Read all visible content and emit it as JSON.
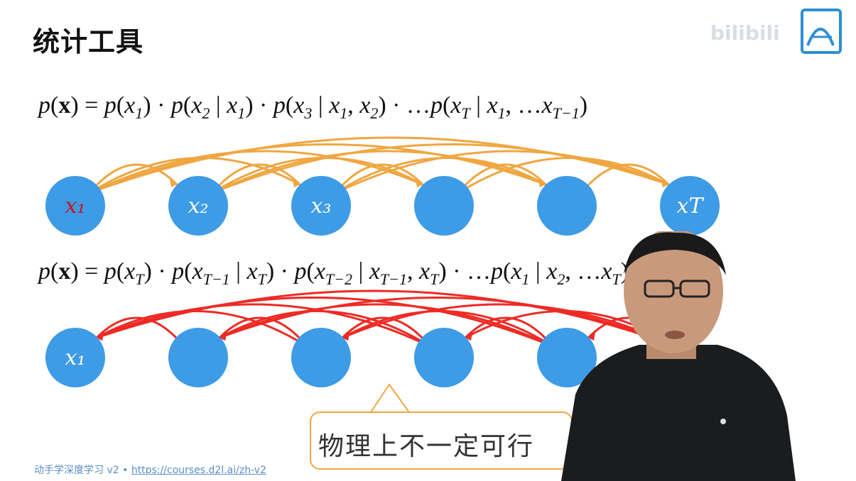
{
  "slide": {
    "title": "统计工具",
    "formula_forward": {
      "segments": [
        {
          "t": "p",
          "s": "i"
        },
        {
          "t": "(",
          "s": "n"
        },
        {
          "t": "x",
          "s": "b"
        },
        {
          "t": ") = ",
          "s": "n"
        },
        {
          "t": "p",
          "s": "i"
        },
        {
          "t": "(",
          "s": "n"
        },
        {
          "t": "x",
          "s": "i"
        },
        {
          "t": "1",
          "s": "sub"
        },
        {
          "t": ") · ",
          "s": "n"
        },
        {
          "t": "p",
          "s": "i"
        },
        {
          "t": "(",
          "s": "n"
        },
        {
          "t": "x",
          "s": "i"
        },
        {
          "t": "2",
          "s": "sub"
        },
        {
          "t": " | ",
          "s": "n"
        },
        {
          "t": "x",
          "s": "i"
        },
        {
          "t": "1",
          "s": "sub"
        },
        {
          "t": ") · ",
          "s": "n"
        },
        {
          "t": "p",
          "s": "i"
        },
        {
          "t": "(",
          "s": "n"
        },
        {
          "t": "x",
          "s": "i"
        },
        {
          "t": "3",
          "s": "sub"
        },
        {
          "t": " | ",
          "s": "n"
        },
        {
          "t": "x",
          "s": "i"
        },
        {
          "t": "1",
          "s": "sub"
        },
        {
          "t": ", ",
          "s": "n"
        },
        {
          "t": "x",
          "s": "i"
        },
        {
          "t": "2",
          "s": "sub"
        },
        {
          "t": ") · …",
          "s": "n"
        },
        {
          "t": "p",
          "s": "i"
        },
        {
          "t": "(",
          "s": "n"
        },
        {
          "t": "x",
          "s": "i"
        },
        {
          "t": "T",
          "s": "sub"
        },
        {
          "t": " | ",
          "s": "n"
        },
        {
          "t": "x",
          "s": "i"
        },
        {
          "t": "1",
          "s": "sub"
        },
        {
          "t": ", …",
          "s": "n"
        },
        {
          "t": "x",
          "s": "i"
        },
        {
          "t": "T−1",
          "s": "sub"
        },
        {
          "t": ")",
          "s": "n"
        }
      ]
    },
    "formula_backward": {
      "segments": [
        {
          "t": "p",
          "s": "i"
        },
        {
          "t": "(",
          "s": "n"
        },
        {
          "t": "x",
          "s": "b"
        },
        {
          "t": ") = ",
          "s": "n"
        },
        {
          "t": "p",
          "s": "i"
        },
        {
          "t": "(",
          "s": "n"
        },
        {
          "t": "x",
          "s": "i"
        },
        {
          "t": "T",
          "s": "sub"
        },
        {
          "t": ") · ",
          "s": "n"
        },
        {
          "t": "p",
          "s": "i"
        },
        {
          "t": "(",
          "s": "n"
        },
        {
          "t": "x",
          "s": "i"
        },
        {
          "t": "T−1",
          "s": "sub"
        },
        {
          "t": " | ",
          "s": "n"
        },
        {
          "t": "x",
          "s": "i"
        },
        {
          "t": "T",
          "s": "sub"
        },
        {
          "t": ") · ",
          "s": "n"
        },
        {
          "t": "p",
          "s": "i"
        },
        {
          "t": "(",
          "s": "n"
        },
        {
          "t": "x",
          "s": "i"
        },
        {
          "t": "T−2",
          "s": "sub"
        },
        {
          "t": " | ",
          "s": "n"
        },
        {
          "t": "x",
          "s": "i"
        },
        {
          "t": "T−1",
          "s": "sub"
        },
        {
          "t": ", ",
          "s": "n"
        },
        {
          "t": "x",
          "s": "i"
        },
        {
          "t": "T",
          "s": "sub"
        },
        {
          "t": ") · …",
          "s": "n"
        },
        {
          "t": "p",
          "s": "i"
        },
        {
          "t": "(",
          "s": "n"
        },
        {
          "t": "x",
          "s": "i"
        },
        {
          "t": "1",
          "s": "sub"
        },
        {
          "t": " | ",
          "s": "n"
        },
        {
          "t": "x",
          "s": "i"
        },
        {
          "t": "2",
          "s": "sub"
        },
        {
          "t": ", …",
          "s": "n"
        },
        {
          "t": "x",
          "s": "i"
        },
        {
          "t": "T",
          "s": "sub"
        },
        {
          "t": ")",
          "s": "n"
        }
      ]
    },
    "forward_nodes": [
      {
        "label": "x₁",
        "label_color": "red"
      },
      {
        "label": "x₂"
      },
      {
        "label": "x₃"
      },
      {
        "label": ""
      },
      {
        "label": ""
      },
      {
        "label": "xT"
      }
    ],
    "backward_nodes": [
      {
        "label": "x₁"
      },
      {
        "label": ""
      },
      {
        "label": ""
      },
      {
        "label": ""
      },
      {
        "label": ""
      }
    ],
    "callout_text": "物理上不一定可行",
    "footer": {
      "course": "动手学深度学习 v2 • ",
      "link_text": "https://courses.d2l.ai/zh-v2"
    },
    "watermark": "bilibili",
    "colors": {
      "node": "#3e9be6",
      "forward_arrow": "#f0a640",
      "backward_arrow": "#ee2a24",
      "callout_border": "#f3a640",
      "link": "#5a8ec4"
    }
  }
}
